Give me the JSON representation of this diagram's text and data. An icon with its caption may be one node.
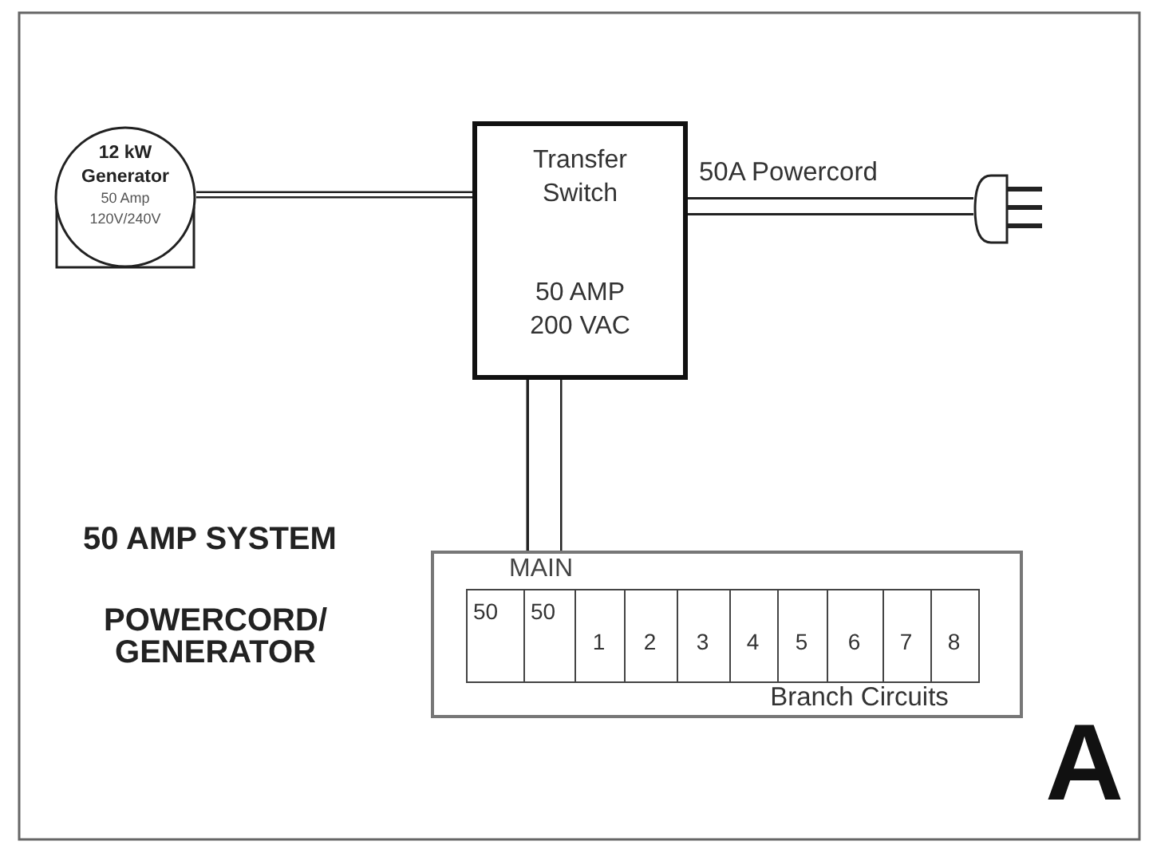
{
  "diagram": {
    "nodes": [
      {
        "text": [
          "12 kW Generator",
          "50 Amp 120V/240V"
        ]
      },
      {
        "text": [
          "Transfer Switch",
          "50 AMP 200 VAC"
        ]
      },
      {
        "text": [],
        "shape": "picture"
      },
      {
        "text": [
          "MAIN",
          "Branch Circuits"
        ]
      },
      {
        "text": [
          "50"
        ],
        "in": 3
      },
      {
        "text": [
          "50"
        ],
        "in": 3
      },
      {
        "text": [
          "1"
        ],
        "in": 3
      },
      {
        "text": [
          "2"
        ],
        "in": 3
      },
      {
        "text": [
          "3"
        ],
        "in": 3
      },
      {
        "text": [
          "4"
        ],
        "in": 3
      },
      {
        "text": [
          "5"
        ],
        "in": 3
      },
      {
        "text": [
          "6"
        ],
        "in": 3
      },
      {
        "text": [
          "7"
        ],
        "in": 3
      },
      {
        "text": [
          "8"
        ],
        "in": 3
      }
    ],
    "edges": [
      {
        "from": 0,
        "to": 1,
        "arrow": "none"
      },
      {
        "from": 1,
        "to": 2,
        "arrow": "none",
        "label": "50A Powercord"
      },
      {
        "from": 1,
        "to": 3,
        "arrow": "none"
      }
    ],
    "labels": [
      "50 AMP SYSTEM",
      "POWERCORD/ GENERATOR",
      "A"
    ]
  }
}
